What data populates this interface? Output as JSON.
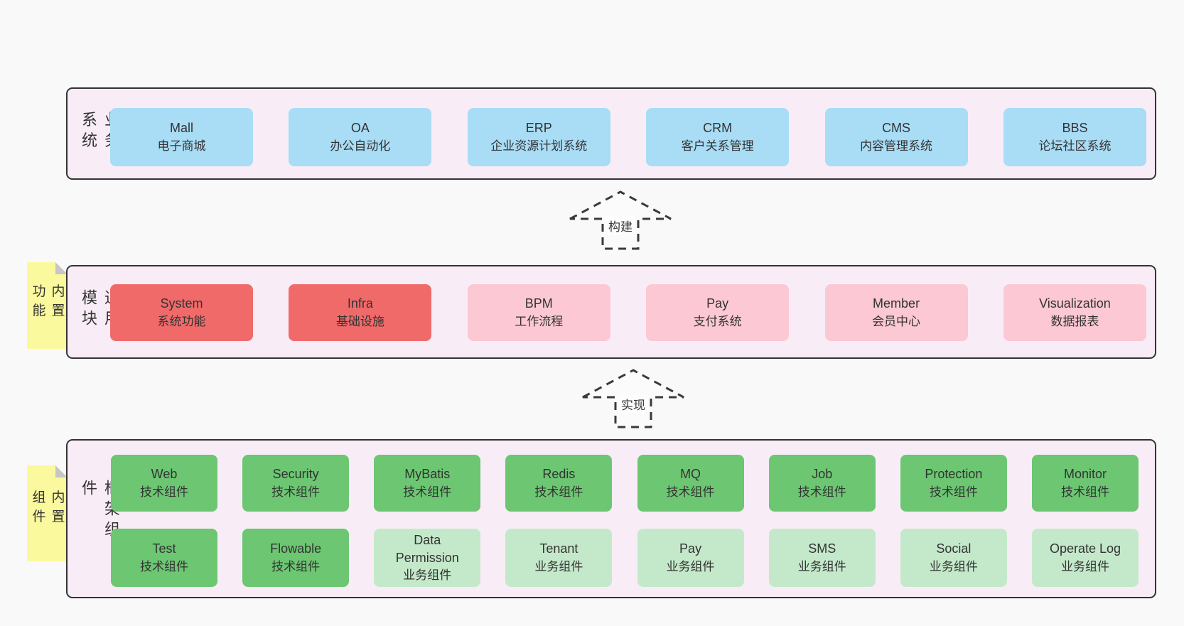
{
  "colors": {
    "page_bg": "#f9f9f9",
    "layer_bg": "#f8edf6",
    "layer_border": "#333333",
    "blue_box": "#a9dcf5",
    "red_box": "#f16a6a",
    "pink_box": "#fbc8d3",
    "green_box": "#6cc672",
    "lightgreen_box": "#c4e9ca",
    "sticky_yellow": "#fbf99e",
    "text": "#333333"
  },
  "arrows": {
    "build": {
      "label": "构建"
    },
    "implement": {
      "label": "实现"
    }
  },
  "layers": {
    "business": {
      "label": "业务系统",
      "boxes": [
        {
          "name": "Mall",
          "desc": "电子商城",
          "type": "blue"
        },
        {
          "name": "OA",
          "desc": "办公自动化",
          "type": "blue"
        },
        {
          "name": "ERP",
          "desc": "企业资源计划系统",
          "type": "blue"
        },
        {
          "name": "CRM",
          "desc": "客户关系管理",
          "type": "blue"
        },
        {
          "name": "CMS",
          "desc": "内容管理系统",
          "type": "blue"
        },
        {
          "name": "BBS",
          "desc": "论坛社区系统",
          "type": "blue"
        }
      ]
    },
    "modules": {
      "label": "通用模块",
      "sticky": "内置功能",
      "boxes": [
        {
          "name": "System",
          "desc": "系统功能",
          "type": "red"
        },
        {
          "name": "Infra",
          "desc": "基础设施",
          "type": "red"
        },
        {
          "name": "BPM",
          "desc": "工作流程",
          "type": "pink"
        },
        {
          "name": "Pay",
          "desc": "支付系统",
          "type": "pink"
        },
        {
          "name": "Member",
          "desc": "会员中心",
          "type": "pink"
        },
        {
          "name": "Visualization",
          "desc": "数据报表",
          "type": "pink"
        }
      ]
    },
    "framework": {
      "label": "框架组件",
      "sticky": "内置组件",
      "row1": [
        {
          "name": "Web",
          "desc": "技术组件",
          "type": "green"
        },
        {
          "name": "Security",
          "desc": "技术组件",
          "type": "green"
        },
        {
          "name": "MyBatis",
          "desc": "技术组件",
          "type": "green"
        },
        {
          "name": "Redis",
          "desc": "技术组件",
          "type": "green"
        },
        {
          "name": "MQ",
          "desc": "技术组件",
          "type": "green"
        },
        {
          "name": "Job",
          "desc": "技术组件",
          "type": "green"
        },
        {
          "name": "Protection",
          "desc": "技术组件",
          "type": "green"
        },
        {
          "name": "Monitor",
          "desc": "技术组件",
          "type": "green"
        }
      ],
      "row2": [
        {
          "name": "Test",
          "desc": "技术组件",
          "type": "green"
        },
        {
          "name": "Flowable",
          "desc": "技术组件",
          "type": "green"
        },
        {
          "name": "Data Permission",
          "desc": "业务组件",
          "type": "lightgreen"
        },
        {
          "name": "Tenant",
          "desc": "业务组件",
          "type": "lightgreen"
        },
        {
          "name": "Pay",
          "desc": "业务组件",
          "type": "lightgreen"
        },
        {
          "name": "SMS",
          "desc": "业务组件",
          "type": "lightgreen"
        },
        {
          "name": "Social",
          "desc": "业务组件",
          "type": "lightgreen"
        },
        {
          "name": "Operate Log",
          "desc": "业务组件",
          "type": "lightgreen"
        }
      ]
    }
  }
}
